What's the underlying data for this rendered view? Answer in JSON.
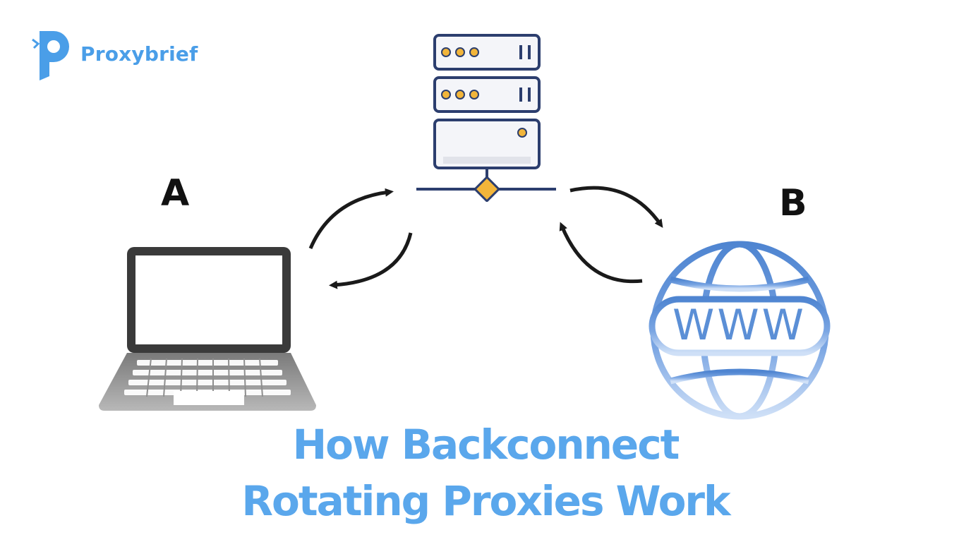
{
  "brand": {
    "name": "Proxybrief",
    "logo_icon": "proxybrief-p-logo-icon"
  },
  "nodes": {
    "client": {
      "label": "A",
      "icon": "laptop-icon"
    },
    "proxy": {
      "icon": "server-icon"
    },
    "destination": {
      "label": "B",
      "icon": "globe-icon",
      "globe_text": "WWW"
    }
  },
  "headline": {
    "line1": "How Backconnect",
    "line2": "Rotating Proxies Work"
  },
  "colors": {
    "brand": "#4a9ee8",
    "headline": "#5aa7ec",
    "server_outline": "#2c3e6e",
    "server_lights": "#f2b53a",
    "globe": "#5b8fd6",
    "arrows": "#1a1a1a"
  }
}
